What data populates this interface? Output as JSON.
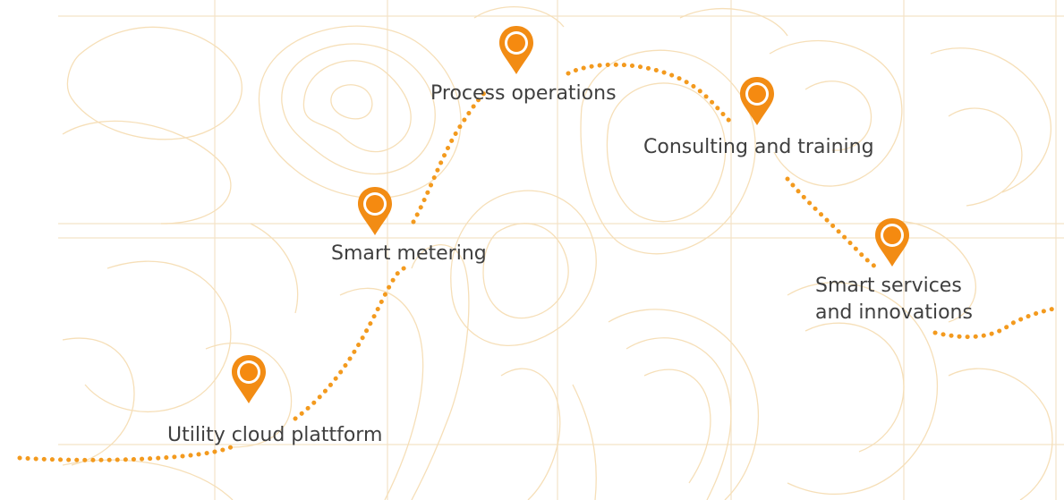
{
  "colors": {
    "route": "#f39a1e",
    "pin": "#f28c14",
    "pin_inner": "#f58a10",
    "contour": "#f6dfb8",
    "grid": "#f4e3c7",
    "label_text": "#3f3f3f"
  },
  "stations": [
    {
      "id": "utility-cloud-platform",
      "label_lines": [
        "Utility cloud plattform"
      ],
      "icon": "map-pin-icon"
    },
    {
      "id": "smart-metering",
      "label_lines": [
        "Smart metering"
      ],
      "icon": "map-pin-icon"
    },
    {
      "id": "process-operations",
      "label_lines": [
        "Process operations"
      ],
      "icon": "map-pin-icon"
    },
    {
      "id": "consulting-and-training",
      "label_lines": [
        "Consulting and training"
      ],
      "icon": "map-pin-icon"
    },
    {
      "id": "smart-services-and-innovations",
      "label_lines": [
        "Smart services",
        "and innovations"
      ],
      "icon": "map-pin-icon"
    }
  ]
}
